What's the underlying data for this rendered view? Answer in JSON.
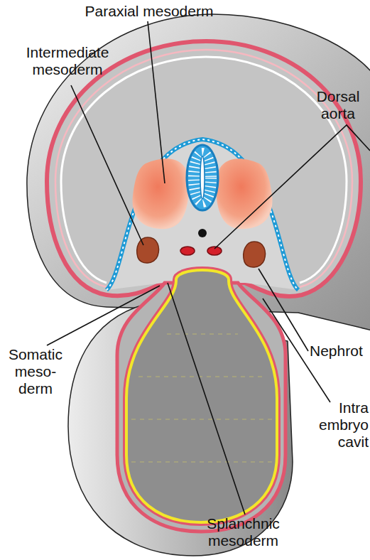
{
  "diagram": {
    "labels": [
      "Paraxial mesoderm",
      "Intermediate mesoderm",
      "Dorsal aorta",
      "Somatic meso- derm",
      "Nephrot",
      "Intra embryo cavit",
      "Splanchnic mesoderm"
    ]
  }
}
